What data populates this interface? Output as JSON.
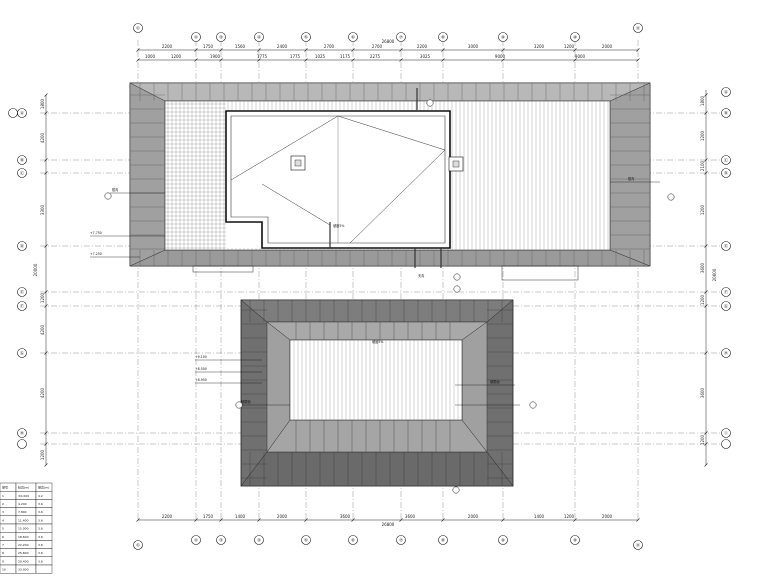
{
  "drawing": {
    "top_axes": [
      "①",
      "②",
      "③",
      "④",
      "⑤",
      "⑥",
      "⑦",
      "⑧",
      "⑨",
      "⑩",
      "⑪"
    ],
    "bottom_axes": [
      "①",
      "②",
      "③",
      "④",
      "⑤",
      "⑥",
      "⑦",
      "⑧",
      "⑨",
      "⑩",
      "⑪"
    ],
    "left_axes": [
      "Ⓐ",
      "Ⓑ",
      "Ⓒ",
      "Ⓓ",
      "Ⓔ",
      "Ⓕ",
      "Ⓖ",
      "Ⓗ"
    ],
    "right_axes": [
      "Ⓐ",
      "Ⓑ",
      "Ⓒ",
      "Ⓓ",
      "Ⓔ",
      "Ⓕ",
      "Ⓖ",
      "Ⓗ",
      "Ⓘ"
    ],
    "top_dims_row1": [
      "2200",
      "1750",
      "1560",
      "2400",
      "2700",
      "2700",
      "2200",
      "3000",
      "3200",
      "1200",
      "2000"
    ],
    "top_total": "26800",
    "top_dims_row2": [
      "1000",
      "1200",
      "1900",
      "1775",
      "1775",
      "1025",
      "1175",
      "2275",
      "3025",
      "9000",
      "9000"
    ],
    "bottom_dims": [
      "2200",
      "1750",
      "1400",
      "2000",
      "3600",
      "3600",
      "2000",
      "1400",
      "1200",
      "2000"
    ],
    "bottom_total": "26800",
    "left_dims": [
      "1800",
      "4200",
      "3300",
      "1200",
      "4200",
      "4200",
      "1200"
    ],
    "left_total": "20000",
    "right_dims": [
      "1800",
      "1200",
      "2100",
      "1200",
      "3600",
      "1200",
      "3600",
      "1200"
    ],
    "right_total": "20600",
    "labels": {
      "level_a": "+7.750",
      "level_b": "+7.250",
      "level_c": "+9.100",
      "level_d": "+8.500",
      "level_e": "+8.950",
      "slope_a": "坡度5%",
      "slope_b": "坡度5%",
      "callout_1": "檐沟",
      "callout_2": "檐沟",
      "callout_3": "坡屋面",
      "callout_4": "坡屋面",
      "callout_5": "天沟"
    },
    "table": {
      "header": [
        "层号",
        "标高(m)",
        "层高(m)"
      ],
      "rows": [
        [
          "1",
          "±0.000",
          "4.2"
        ],
        [
          "2",
          "4.200",
          "3.6"
        ],
        [
          "3",
          "7.800",
          "3.6"
        ],
        [
          "4",
          "11.400",
          "3.6"
        ],
        [
          "5",
          "15.000",
          "3.6"
        ],
        [
          "6",
          "18.600",
          "3.6"
        ],
        [
          "7",
          "22.200",
          "3.6"
        ],
        [
          "8",
          "25.800",
          "3.6"
        ],
        [
          "9",
          "29.400",
          "3.6"
        ],
        [
          "10",
          "33.000",
          ""
        ]
      ]
    }
  }
}
